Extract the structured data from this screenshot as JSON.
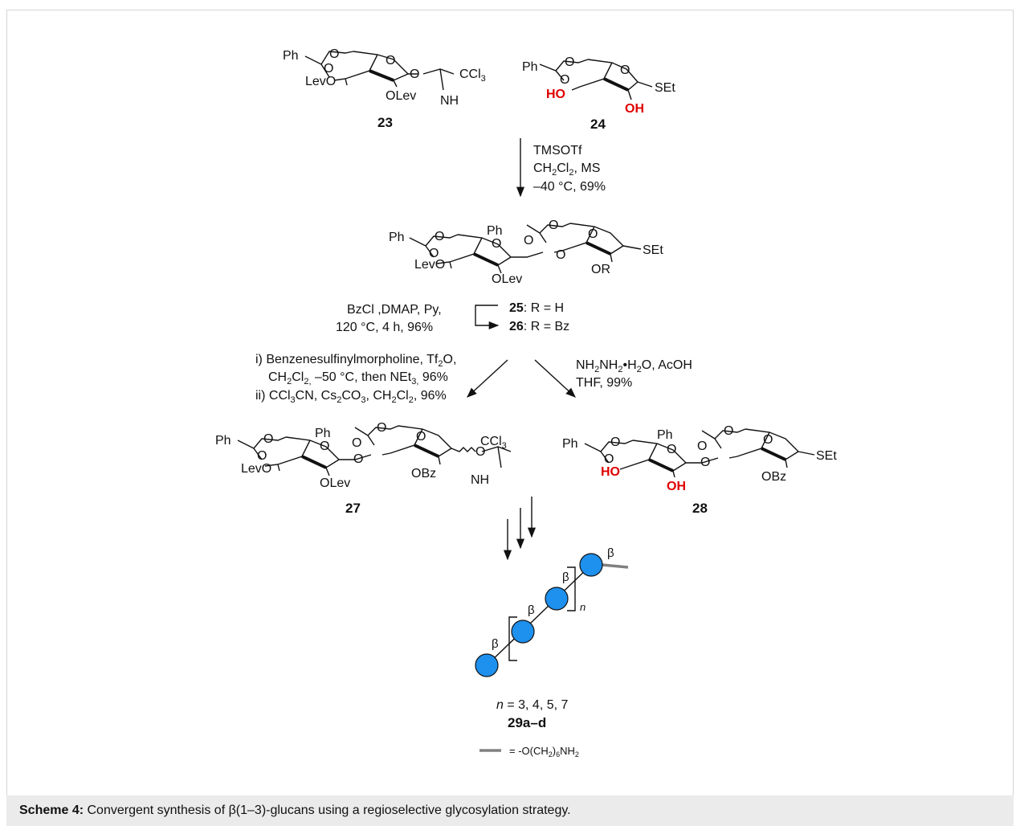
{
  "compounds": {
    "c23": {
      "id": "23",
      "ph": "Ph",
      "o1": "O",
      "o2": "O",
      "levo": "LevO",
      "olev": "OLev",
      "ccl": "CCl",
      "sub3": "3",
      "nh": "NH"
    },
    "c24": {
      "id": "24",
      "ph": "Ph",
      "o1": "O",
      "o2": "O",
      "ho": "HO",
      "oh": "OH",
      "set": "SEt"
    },
    "c25_26": {
      "ph1": "Ph",
      "ph2": "Ph",
      "o1": "O",
      "o2": "O",
      "o3": "O",
      "o4": "O",
      "o5": "O",
      "o6": "O",
      "levo": "LevO",
      "olev": "OLev",
      "or": "OR",
      "set": "SEt",
      "id25": "25",
      "r25": ": R = H",
      "id26": "26",
      "r26": ": R = Bz"
    },
    "c27": {
      "id": "27",
      "ph1": "Ph",
      "ph2": "Ph",
      "o1": "O",
      "o2": "O",
      "o3": "O",
      "o4": "O",
      "o5": "O",
      "o6": "O",
      "levo": "LevO",
      "olev": "OLev",
      "obz": "OBz",
      "ccl": "CCl",
      "sub3": "3",
      "nh": "NH"
    },
    "c28": {
      "id": "28",
      "ph1": "Ph",
      "ph2": "Ph",
      "o1": "O",
      "o2": "O",
      "o3": "O",
      "o4": "O",
      "o5": "O",
      "ho": "HO",
      "oh": "OH",
      "obz": "OBz",
      "set": "SEt"
    },
    "c29": {
      "n_italic": "n",
      "n_values": " = 3, 4, 5, 7",
      "id": "29a–d",
      "beta": "β",
      "n": "n",
      "legend_eq": "= -O(CH",
      "legend_sub": "2",
      "legend_rest": ")",
      "legend_sub2": "6",
      "legend_end": "NH",
      "legend_sub3": "2"
    }
  },
  "conditions": {
    "step1": {
      "line1": "TMSOTf",
      "l2a": "CH",
      "l2s1": "2",
      "l2b": "Cl",
      "l2s2": "2",
      "l2c": ", MS",
      "line3": "–40 °C, 69%"
    },
    "step2": {
      "line1": "BzCl ,DMAP, Py,",
      "line2": "120 °C, 4 h, 96%"
    },
    "step3": {
      "line1": "i) Benzenesulfinylmorpholine, Tf",
      "l1s": "2",
      "l1b": "O,",
      "l2a": "CH",
      "l2s1": "2",
      "l2b": "Cl",
      "l2s2": "2,",
      "l2c": " –50 °C, then NEt",
      "l2s3": "3,",
      "l2d": " 96%",
      "l3a": "ii) CCl",
      "l3s1": "3",
      "l3b": "CN, Cs",
      "l3s2": "2",
      "l3c": "CO",
      "l3s3": "3",
      "l3d": ", CH",
      "l3s4": "2",
      "l3e": "Cl",
      "l3s5": "2",
      "l3f": ", 96%"
    },
    "step4": {
      "l1a": "NH",
      "l1s1": "2",
      "l1b": "NH",
      "l1s2": "2",
      "l1c": "•H",
      "l1s3": "2",
      "l1d": "O, AcOH",
      "line2": "THF, 99%"
    }
  },
  "caption": {
    "label": "Scheme 4:",
    "text": " Convergent synthesis of β(1–3)-glucans using a regioselective glycosylation strategy."
  },
  "colors": {
    "highlight": "#e00000",
    "sugar_fill": "#1e90ee",
    "linker": "#808080"
  }
}
